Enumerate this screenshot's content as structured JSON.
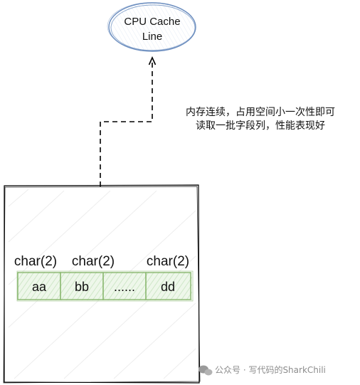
{
  "cache": {
    "line1": "CPU Cache",
    "line2": "Line"
  },
  "annotation": {
    "line1": "内存连续，占用空间小一次性即可",
    "line2": "读取一批字段列，性能表现好"
  },
  "field_labels": [
    "char(2)",
    "char(2)",
    "char(2)"
  ],
  "cells": [
    "aa",
    "bb",
    "......",
    "dd"
  ],
  "watermark": "公众号 · 写代码的SharkChili",
  "colors": {
    "stroke": "#000000",
    "cache_ellipse": "#6c8ebf",
    "cell_border": "#82b366",
    "cell_fill": "#d5e8d4",
    "watermark": "#8c8c8c"
  }
}
